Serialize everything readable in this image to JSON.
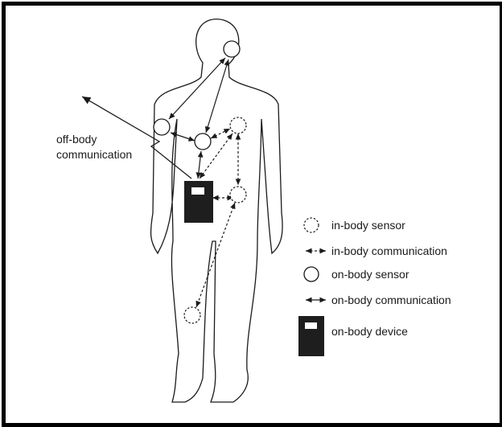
{
  "diagram": {
    "off_body_label": [
      "off-body",
      "communication"
    ],
    "legend": [
      {
        "icon": "in-body-sensor-icon",
        "label": "in-body sensor"
      },
      {
        "icon": "in-body-communication-icon",
        "label": "in-body communication"
      },
      {
        "icon": "on-body-sensor-icon",
        "label": "on-body sensor"
      },
      {
        "icon": "on-body-communication-icon",
        "label": "on-body communication"
      },
      {
        "icon": "on-body-device-icon",
        "label": "on-body device"
      }
    ],
    "colors": {
      "line": "#1a1a1a",
      "device": "#1e1e1e",
      "background": "#ffffff"
    }
  }
}
